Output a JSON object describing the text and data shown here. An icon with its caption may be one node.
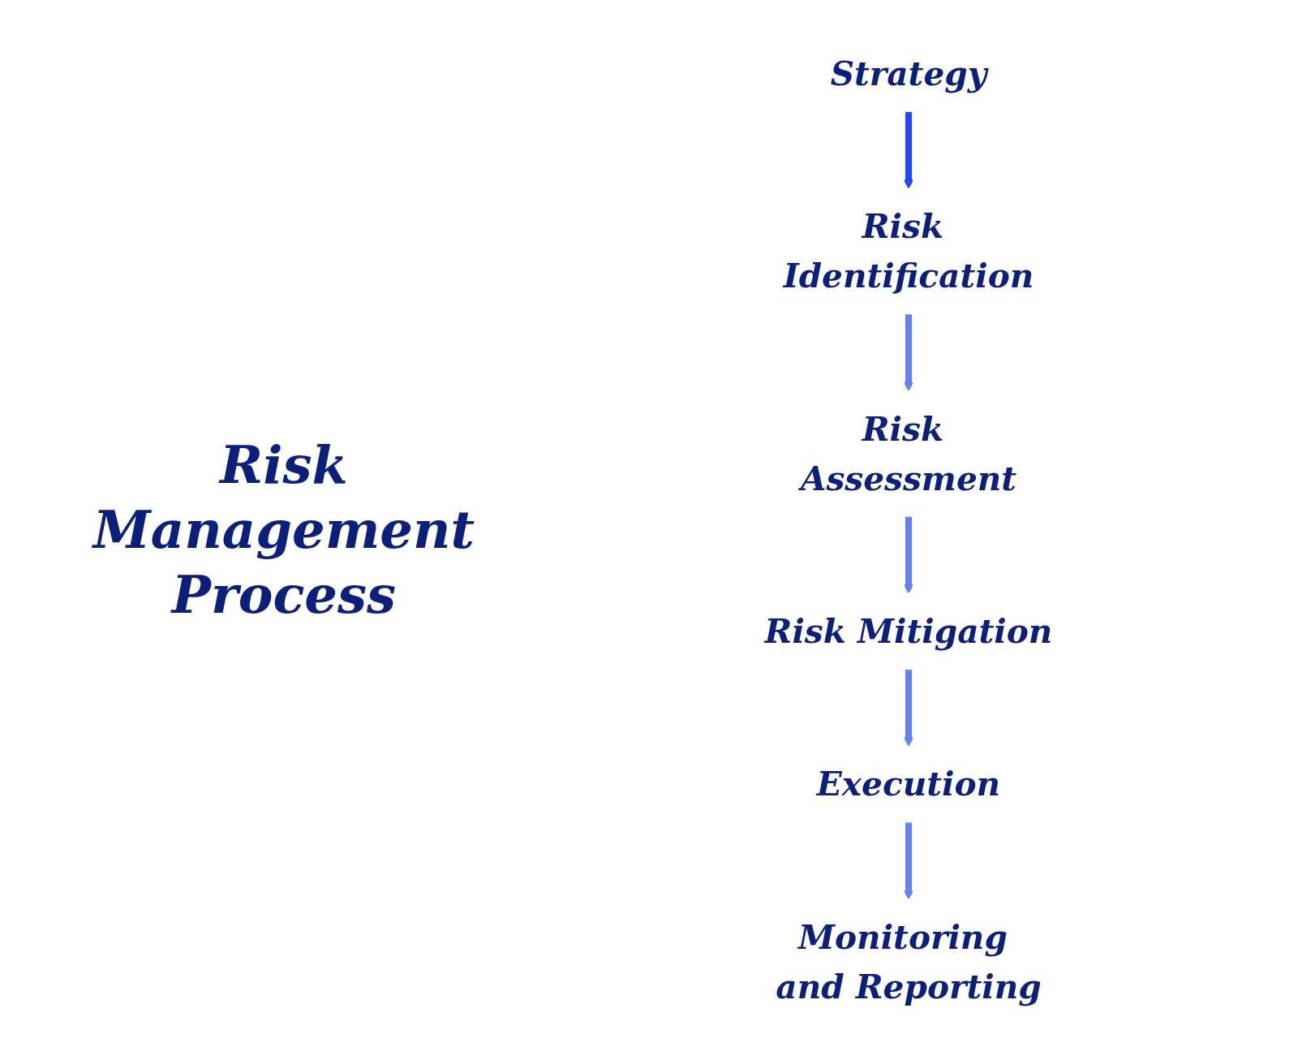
{
  "diagram": {
    "title": "Risk Management Process",
    "nodes": [
      {
        "text": [
          "Strategy"
        ]
      },
      {
        "text": [
          "Risk Identification"
        ]
      },
      {
        "text": [
          "Risk Assessment"
        ]
      },
      {
        "text": [
          "Risk Mitigation"
        ]
      },
      {
        "text": [
          "Execution"
        ]
      },
      {
        "text": [
          "Monitoring and Reporting"
        ]
      }
    ],
    "edges": [
      {
        "from": 0,
        "to": 1,
        "arrow": "to",
        "color": "#2448f0"
      },
      {
        "from": 1,
        "to": 2,
        "arrow": "to"
      },
      {
        "from": 2,
        "to": 3,
        "arrow": "to"
      },
      {
        "from": 3,
        "to": 4,
        "arrow": "to"
      },
      {
        "from": 4,
        "to": 5,
        "arrow": "to"
      }
    ]
  }
}
